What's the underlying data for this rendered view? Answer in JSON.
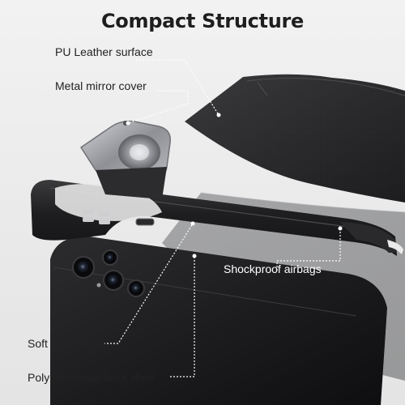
{
  "title": "Compact Structure",
  "labels": {
    "pu_leather": "PU Leather surface",
    "mirror_cover": "Metal mirror cover",
    "airbags": "Shockproof airbags",
    "tpu_frame": "Soft TPU frame",
    "back_shell": "Polycarbonate back shell"
  },
  "colors": {
    "background": "#eeeeee",
    "leather": "#2a2a2c",
    "frame": "#1e1e20",
    "phone": "#1a1a1c",
    "shell": "#c8c8c8",
    "metal": "#9a9ca0",
    "text": "#222222",
    "text_light": "#ffffff"
  }
}
